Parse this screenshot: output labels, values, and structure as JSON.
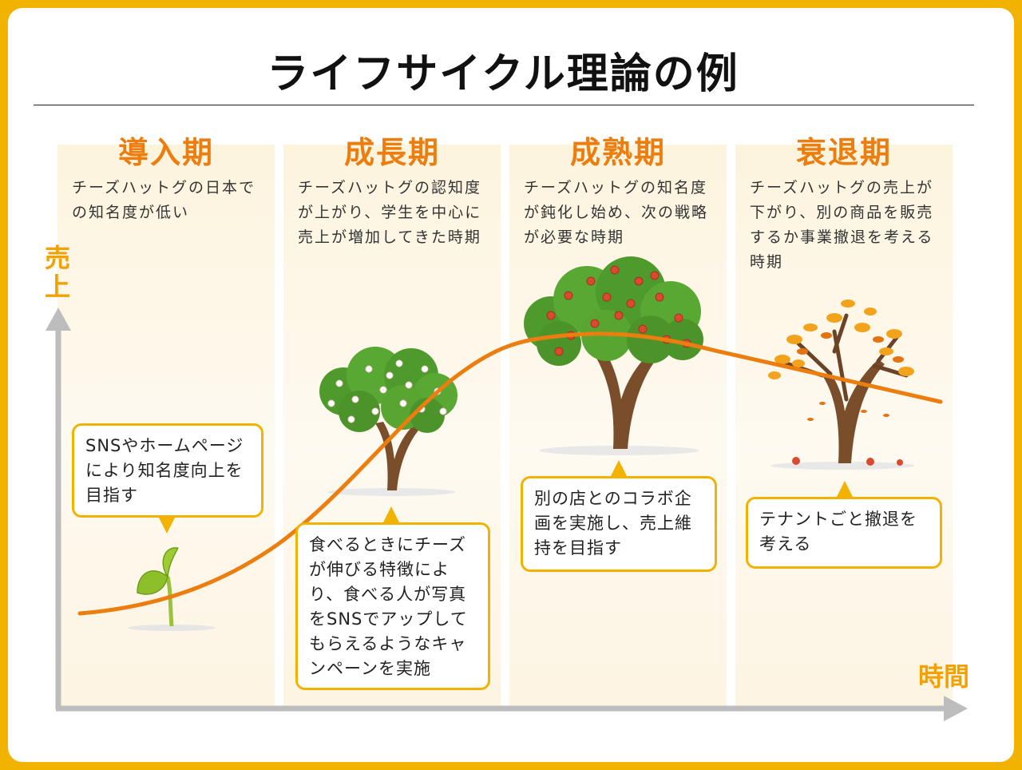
{
  "title": "ライフサイクル理論の例",
  "y_axis_label": "売上",
  "x_axis_label": "時間",
  "stages": [
    {
      "name": "導入期",
      "description": "チーズハットグの日本での知名度が低い",
      "callout": "SNSやホームページにより知名度向上を目指す",
      "illustration": "sprout-icon"
    },
    {
      "name": "成長期",
      "description": "チーズハットグの認知度が上がり、学生を中心に売上が増加してきた時期",
      "callout": "食べるときにチーズが伸びる特徴により、食べる人が写真をSNSでアップしてもらえるようなキャンペーンを実施",
      "illustration": "flowering-tree-icon"
    },
    {
      "name": "成熟期",
      "description": "チーズハットグの知名度が鈍化し始め、次の戦略が必要な時期",
      "callout": "別の店とのコラボ企画を実施し、売上維持を目指す",
      "illustration": "fruit-tree-icon"
    },
    {
      "name": "衰退期",
      "description": "チーズハットグの売上が下がり、別の商品を販売するか事業撤退を考える時期",
      "callout": "テナントごと撤退を考える",
      "illustration": "autumn-tree-icon"
    }
  ],
  "colors": {
    "frame": "#f2b200",
    "accent_orange": "#ec7d0f",
    "axis_gray": "#bdbdbd",
    "curve": "#ec7d0f"
  }
}
